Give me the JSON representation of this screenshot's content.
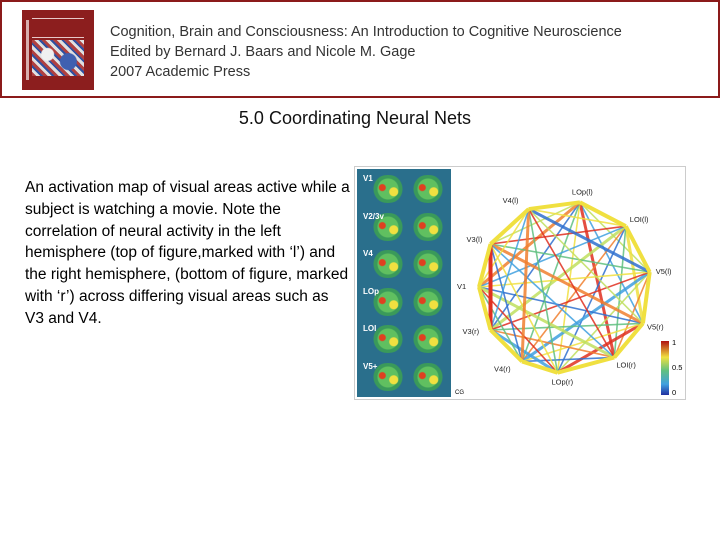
{
  "header": {
    "line1": "Cognition, Brain and Consciousness: An Introduction to Cognitive Neuroscience",
    "line2": "Edited by Bernard J. Baars and Nicole M. Gage",
    "line3": "2007 Academic Press"
  },
  "slide": {
    "title": "5.0 Coordinating Neural Nets",
    "body": "An activation map of visual areas active while a subject is watching a movie. Note the correlation of neural activity in the left hemisphere (top of figure,marked with ‘l’) and the right hemisphere, (bottom of figure, marked with ‘r’) across differing visual areas such as V3 and V4."
  },
  "figure": {
    "brain_labels": [
      "V1",
      "V2/3v",
      "V4",
      "LOp",
      "LOI",
      "V5+"
    ],
    "nodes": [
      "LOp(l)",
      "LOI(l)",
      "V5(l)",
      "V5(r)",
      "LOI(r)",
      "LOp(r)",
      "V4(r)",
      "V3(r)",
      "V1",
      "V3(l)",
      "V4(l)"
    ],
    "colorbar_ticks": [
      "1",
      "0.5",
      "0"
    ],
    "credit": "CG"
  }
}
